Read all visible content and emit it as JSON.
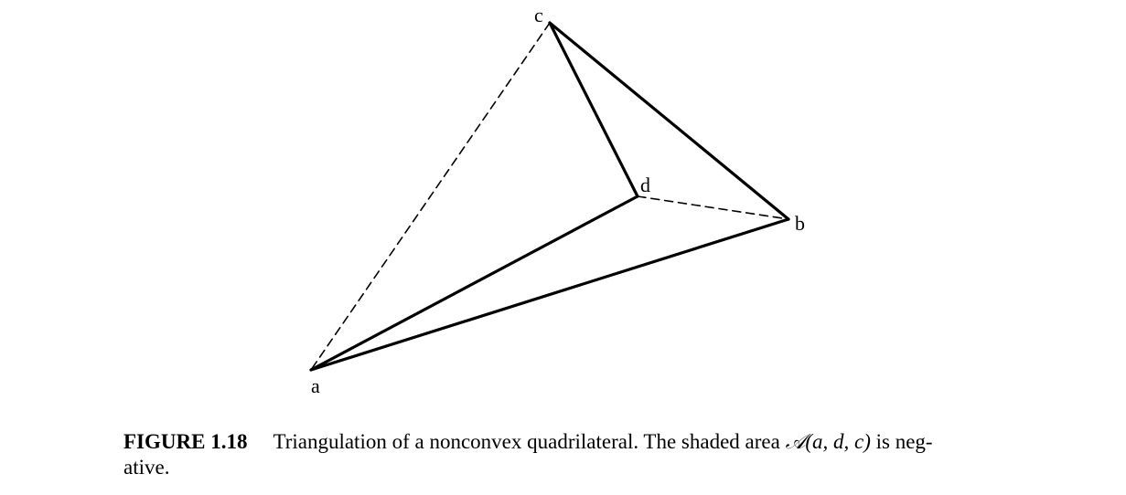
{
  "figure": {
    "vertices": [
      {
        "id": "a",
        "label": "a"
      },
      {
        "id": "b",
        "label": "b"
      },
      {
        "id": "c",
        "label": "c"
      },
      {
        "id": "d",
        "label": "d"
      }
    ],
    "solid_edges": [
      [
        "c",
        "d"
      ],
      [
        "c",
        "b"
      ],
      [
        "d",
        "a"
      ],
      [
        "a",
        "b"
      ]
    ],
    "dashed_edges": [
      [
        "c",
        "a"
      ],
      [
        "d",
        "b"
      ]
    ],
    "line_color": "#000000"
  },
  "caption": {
    "figure_label": "FIGURE 1.18",
    "text_before": "Triangulation of a nonconvex quadrilateral. The shaded area ",
    "math": "𝒜(a, d, c)",
    "text_line1_end": " is neg-",
    "text_line2": "ative."
  }
}
